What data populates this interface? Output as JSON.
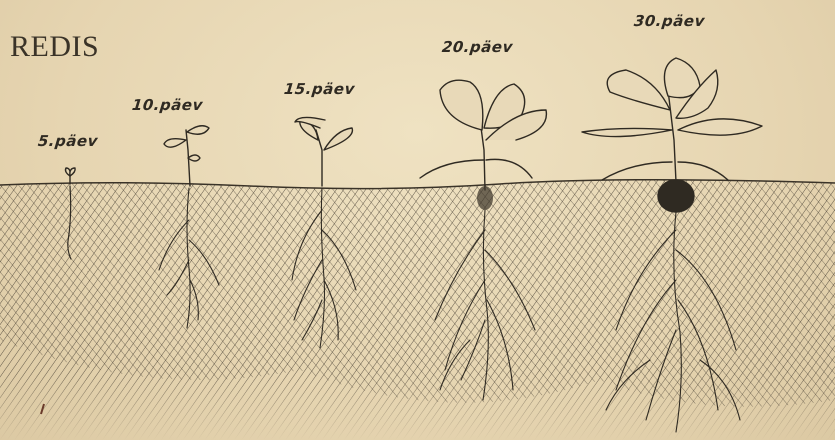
{
  "title": "REDIS",
  "stages": [
    {
      "label": "5.päev"
    },
    {
      "label": "10.päev"
    },
    {
      "label": "15.päev"
    },
    {
      "label": "20.päev"
    },
    {
      "label": "30.päev"
    }
  ],
  "colors": {
    "paper": "#e8d9b8",
    "ink": "#3a3328",
    "hatch": "#4a4236"
  }
}
